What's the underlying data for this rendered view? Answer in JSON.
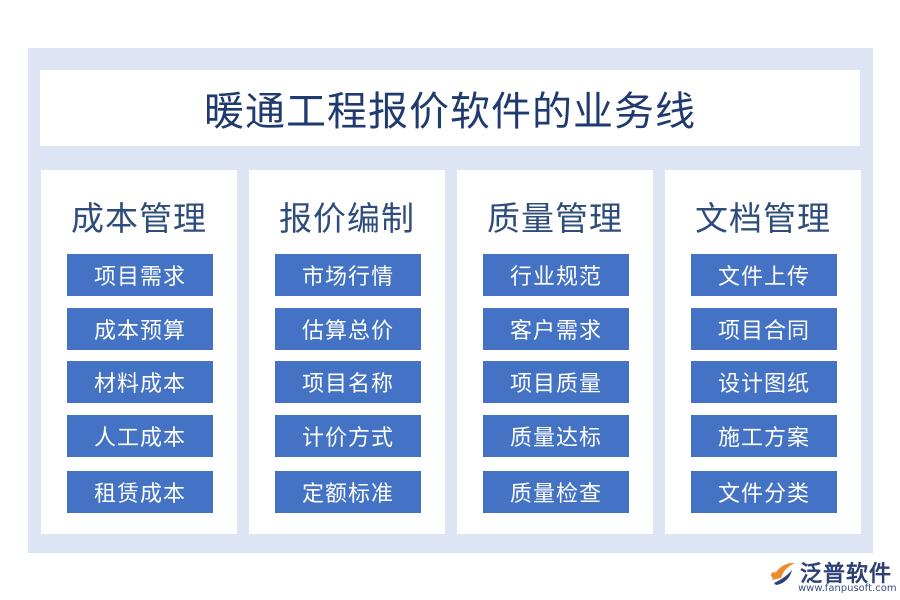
{
  "title": "暖通工程报价软件的业务线",
  "columns": [
    {
      "heading": "成本管理",
      "items": [
        "项目需求",
        "成本预算",
        "材料成本",
        "人工成本",
        "租赁成本"
      ]
    },
    {
      "heading": "报价编制",
      "items": [
        "市场行情",
        "估算总价",
        "项目名称",
        "计价方式",
        "定额标准"
      ]
    },
    {
      "heading": "质量管理",
      "items": [
        "行业规范",
        "客户需求",
        "项目质量",
        "质量达标",
        "质量检查"
      ]
    },
    {
      "heading": "文档管理",
      "items": [
        "文件上传",
        "项目合同",
        "设计图纸",
        "施工方案",
        "文件分类"
      ]
    }
  ],
  "logo": {
    "name": "泛普软件",
    "url": "www.fanpusoft.com"
  },
  "colors": {
    "frame": "#dde5f5",
    "item_fill": "#4472c4",
    "title_text": "#1f3a6e",
    "heading_text": "#2e4d7a",
    "logo_orange": "#f08a2c"
  }
}
